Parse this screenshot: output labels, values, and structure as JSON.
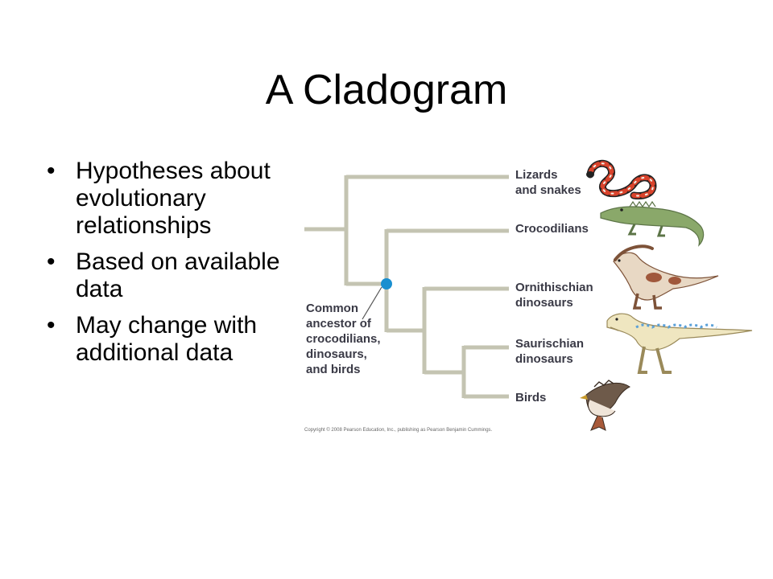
{
  "slide": {
    "title": "A Cladogram",
    "bullet_char": "•",
    "bullets": [
      "Hypotheses about evolutionary relationships",
      "Based on available data",
      "May change with additional data"
    ]
  },
  "diagram": {
    "taxa": [
      {
        "line1": "Lizards",
        "line2": "and snakes",
        "icon": "snake-icon"
      },
      {
        "line1": "Crocodilians",
        "line2": "",
        "icon": "crocodile-icon"
      },
      {
        "line1": "Ornithischian",
        "line2": "dinosaurs",
        "icon": "ornithischian-icon"
      },
      {
        "line1": "Saurischian",
        "line2": "dinosaurs",
        "icon": "saurischian-icon"
      },
      {
        "line1": "Birds",
        "line2": "",
        "icon": "hawk-icon"
      }
    ],
    "ancestor_label": [
      "Common",
      "ancestor of",
      "crocodilians,",
      "dinosaurs,",
      "and birds"
    ],
    "copyright": "Copyright © 2008 Pearson Education, Inc., publishing as Pearson Benjamin Cummings.",
    "colors": {
      "branch": "#c4c4b2",
      "node": "#1a8fd0",
      "label": "#3a3a46"
    }
  }
}
